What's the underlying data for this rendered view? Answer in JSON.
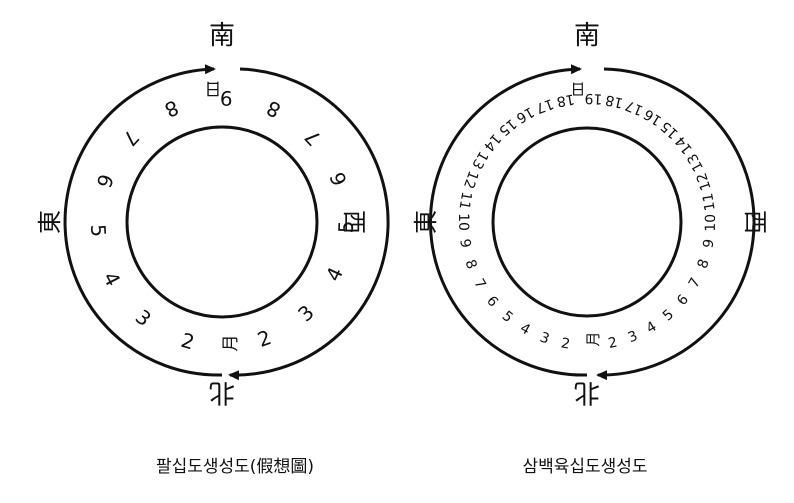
{
  "left_diagram": {
    "caption": "팔십도생성도(假想圖)",
    "directions": {
      "south": "南",
      "north": "北",
      "east": "東",
      "west": "西"
    },
    "right_numbers": [
      "9",
      "8",
      "7",
      "6",
      "5",
      "4",
      "3",
      "2"
    ],
    "left_numbers": [
      "2",
      "3",
      "4",
      "5",
      "6",
      "7",
      "8"
    ],
    "top_mark": "日",
    "bottom_mark": "月"
  },
  "right_diagram": {
    "caption": "삼백육십도생성도",
    "directions": {
      "south": "南",
      "north": "北",
      "east": "東",
      "west": "西"
    },
    "right_numbers": [
      "19",
      "18",
      "17",
      "16",
      "15",
      "14",
      "13",
      "12",
      "11",
      "10",
      "9",
      "8",
      "7",
      "6",
      "5",
      "4",
      "3",
      "2"
    ],
    "left_numbers": [
      "2",
      "3",
      "4",
      "5",
      "6",
      "7",
      "8",
      "9",
      "10",
      "11",
      "12",
      "13",
      "14",
      "15",
      "16",
      "17",
      "18"
    ],
    "top_mark": "日",
    "bottom_mark": "月"
  },
  "colors": {
    "ink": "#111111",
    "background": "#ffffff"
  }
}
